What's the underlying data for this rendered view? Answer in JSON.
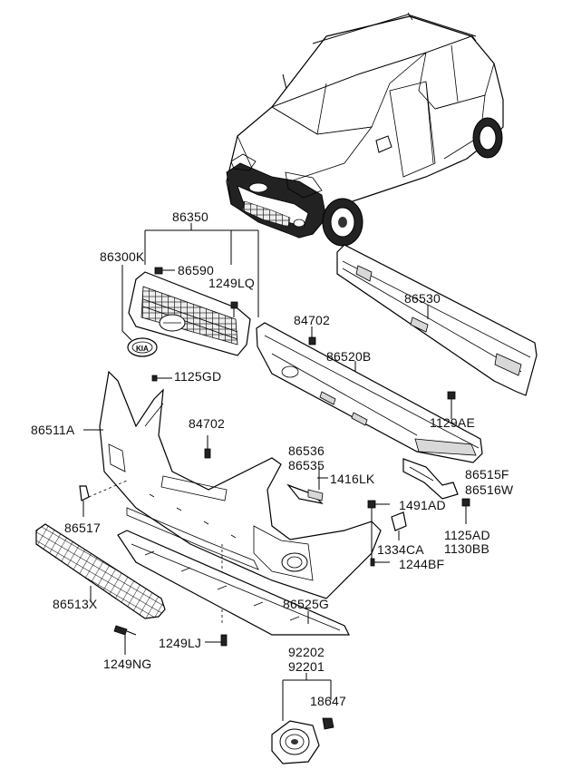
{
  "labels": {
    "p86350": "86350",
    "p86300K": "86300K",
    "p86590": "86590",
    "p1249LQ": "1249LQ",
    "p86530": "86530",
    "p84702_top": "84702",
    "p86520B": "86520B",
    "p1125GD": "1125GD",
    "p86511A": "86511A",
    "p84702_mid": "84702",
    "p1129AE": "1129AE",
    "p86536": "86536",
    "p86535": "86535",
    "p1416LK": "1416LK",
    "p86515F": "86515F",
    "p86516W": "86516W",
    "p1491AD": "1491AD",
    "p1125AD": "1125AD",
    "p1130BB": "1130BB",
    "p86517": "86517",
    "p1334CA": "1334CA",
    "p1244BF": "1244BF",
    "p86513X": "86513X",
    "p86525G": "86525G",
    "p1249LJ": "1249LJ",
    "p1249NG": "1249NG",
    "p92202": "92202",
    "p92201": "92201",
    "p18647": "18647"
  }
}
